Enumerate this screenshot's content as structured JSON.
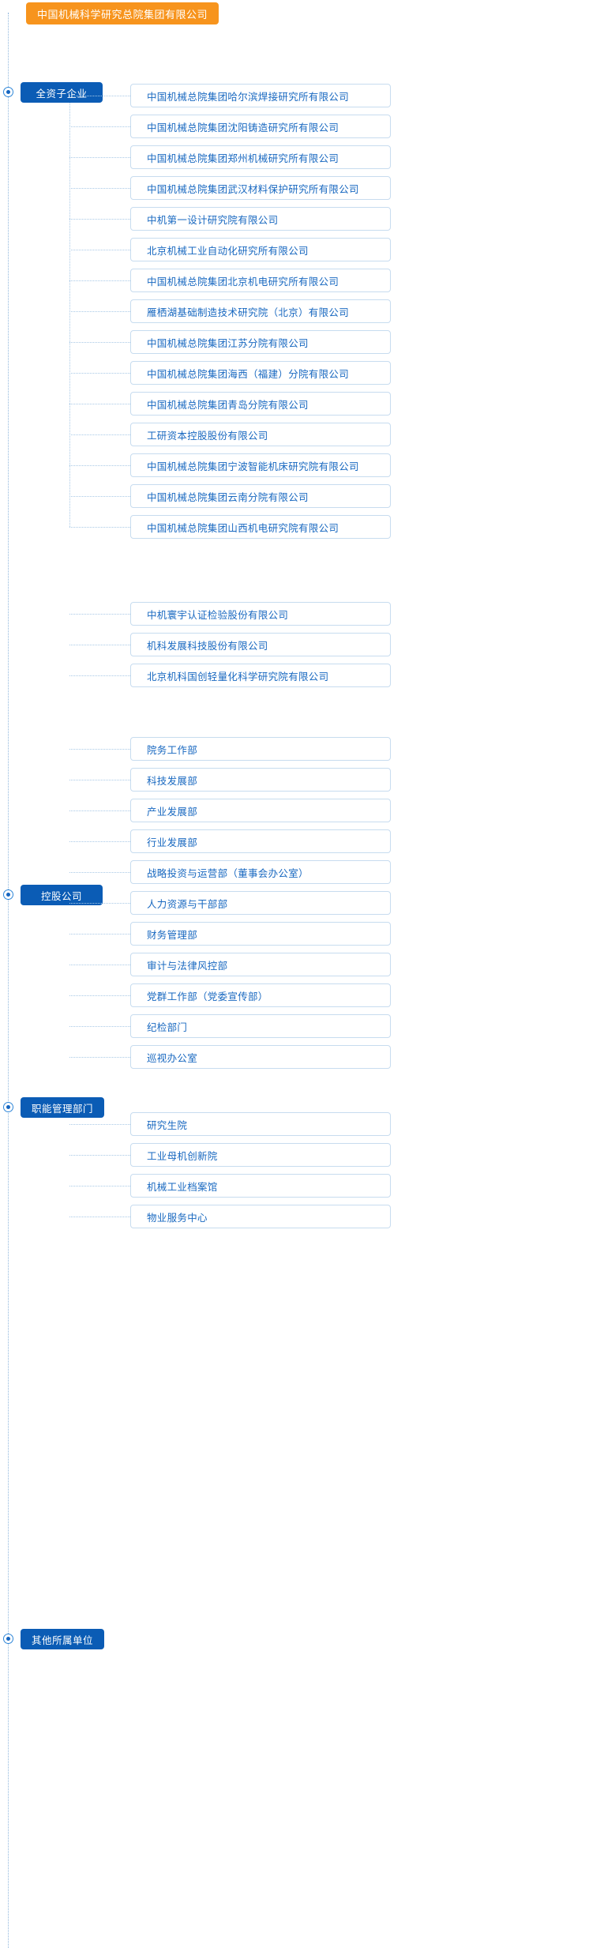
{
  "root": {
    "label": "中国机械科学研究总院集团有限公司",
    "color": "#F7941D"
  },
  "theme": {
    "badge_color": "#0B5CB5",
    "card_border": "#C7DCEF",
    "card_text": "#1868C0",
    "line_color": "#A9C9E6",
    "marker_color": "#2E86D8"
  },
  "groups": [
    {
      "label": "全资子企业",
      "items": [
        "中国机械总院集团哈尔滨焊接研究所有限公司",
        "中国机械总院集团沈阳铸造研究所有限公司",
        "中国机械总院集团郑州机械研究所有限公司",
        "中国机械总院集团武汉材料保护研究所有限公司",
        "中机第一设计研究院有限公司",
        "北京机械工业自动化研究所有限公司",
        "中国机械总院集团北京机电研究所有限公司",
        "雁栖湖基础制造技术研究院（北京）有限公司",
        "中国机械总院集团江苏分院有限公司",
        "中国机械总院集团海西（福建）分院有限公司",
        "中国机械总院集团青岛分院有限公司",
        "工研资本控股股份有限公司",
        "中国机械总院集团宁波智能机床研究院有限公司",
        "中国机械总院集团云南分院有限公司",
        "中国机械总院集团山西机电研究院有限公司"
      ]
    },
    {
      "label": "控股公司",
      "items": [
        "中机寰宇认证检验股份有限公司",
        "机科发展科技股份有限公司",
        "北京机科国创轻量化科学研究院有限公司"
      ]
    },
    {
      "label": "职能管理部门",
      "items": [
        "院务工作部",
        "科技发展部",
        "产业发展部",
        "行业发展部",
        "战略投资与运营部（董事会办公室）",
        "人力资源与干部部",
        "财务管理部",
        "审计与法律风控部",
        "党群工作部（党委宣传部）",
        "纪检部门",
        "巡视办公室"
      ]
    },
    {
      "label": "其他所属单位",
      "items": [
        "研究生院",
        "工业母机创新院",
        "机械工业档案馆",
        "物业服务中心"
      ]
    }
  ]
}
